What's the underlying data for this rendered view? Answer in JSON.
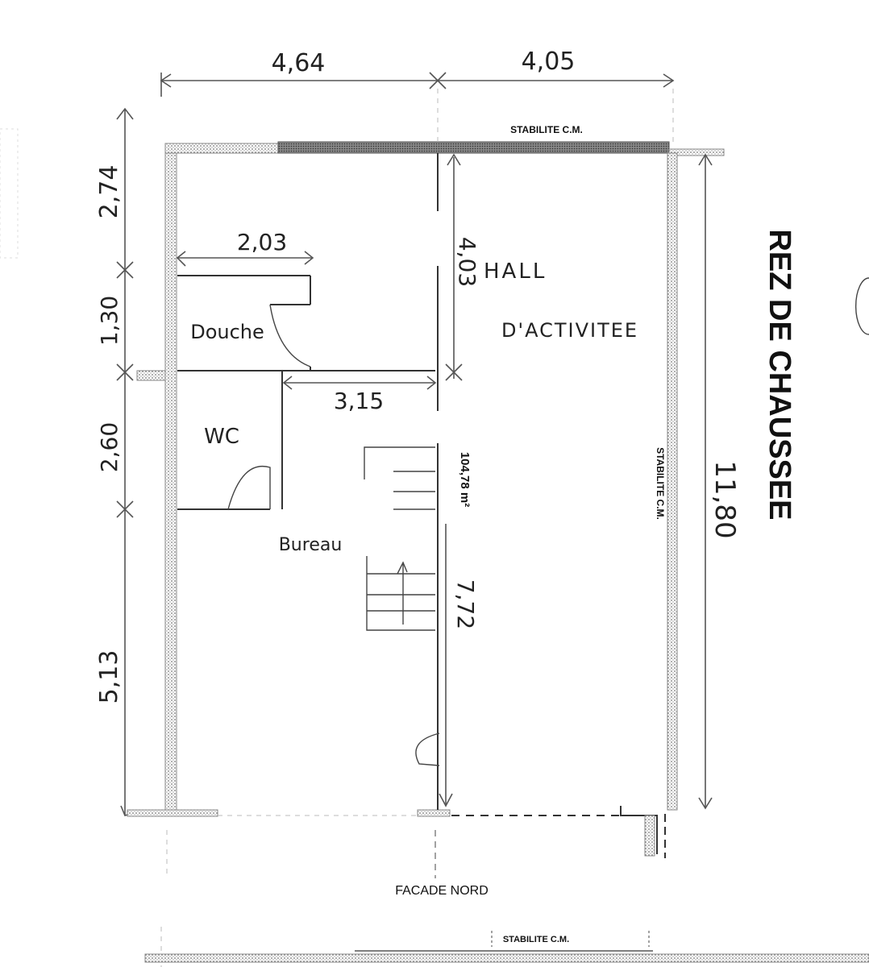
{
  "plan": {
    "title": "REZ DE CHAUSSEE",
    "facade_label": "FACADE NORD",
    "structure_label_top": "STABILITE C.M.",
    "structure_label_right": "STABILITE C.M.",
    "structure_label_bottom": "STABILITE C.M.",
    "area_label": "104,78 m²"
  },
  "dimensions": {
    "top_left": "4,64",
    "top_right": "4,05",
    "left_1": "2,74",
    "left_2": "1,30",
    "left_3": "2,60",
    "left_4": "5,13",
    "right_total": "11,80",
    "douche_width": "2,03",
    "corridor_width": "3,15",
    "hall_upper": "4,03",
    "hall_lower": "7,72"
  },
  "rooms": {
    "douche": "Douche",
    "wc": "WC",
    "bureau": "Bureau",
    "hall_line1": "HALL",
    "hall_line2": "D'ACTIVITEE"
  },
  "colors": {
    "ink": "#222222",
    "hatch": "#888888",
    "paper": "#ffffff"
  }
}
